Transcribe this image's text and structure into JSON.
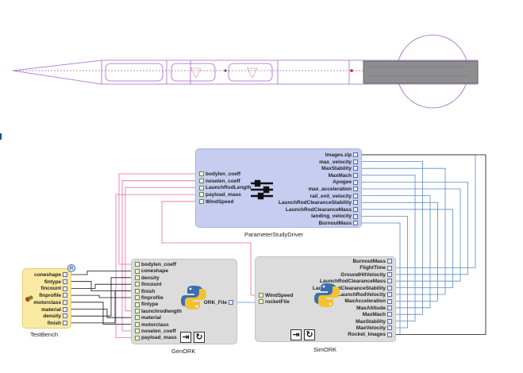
{
  "colors": {
    "rocket_outline": "#a064c8",
    "rocket_fill": "#8e8e8e",
    "wire_pink": "#e86aa0",
    "wire_blue": "#5b89c7",
    "wire_black": "#111111",
    "psd_bg": "#c6cdf0",
    "component_bg": "#dcdcdc",
    "testbench_bg": "#fbeaa2"
  },
  "parameter_study_driver": {
    "name": "ParameterStudyDriver",
    "inputs": [
      "bodylen_coeff",
      "noselen_coeff",
      "LaunchRodLength",
      "payload_mass",
      "WindSpeed"
    ],
    "outputs": [
      "Images.zip",
      "max_velocity",
      "MaxStability",
      "MaxMach",
      "Apogee",
      "max_acceleration",
      "rail_exit_velocity",
      "LaunchRodClearanceStability",
      "LaunchRodClearanceMass",
      "landing_velocity",
      "BurnoutMass"
    ],
    "icon": "sliders-icon"
  },
  "gen_ork": {
    "name": "GenORK",
    "inputs": [
      "bodylen_coeff",
      "coneshape",
      "density",
      "fincount",
      "finish",
      "finprofile",
      "fintype",
      "launchrodlength",
      "material",
      "motorclass",
      "noselen_coeff",
      "payload_mass"
    ],
    "output": "ORK_File",
    "icon": "python-icon"
  },
  "sim_ork": {
    "name": "SimORK",
    "inputs": [
      "WindSpeed",
      "rocketFile"
    ],
    "outputs": [
      "BurnoutMass",
      "FlightTime",
      "GroundHitVelocity",
      "LaunchRodClearanceMass",
      "LaunchRodClearanceStability",
      "LaunchRodVelocity",
      "MaxAcceleration",
      "MaxAltitude",
      "MaxMach",
      "MaxStability",
      "MaxVelocity",
      "Rocket_Images"
    ],
    "icon": "python-icon"
  },
  "test_bench": {
    "name": "TestBench",
    "outputs": [
      "coneshape",
      "fintype",
      "fincount",
      "finprofile",
      "motorclass",
      "material",
      "density",
      "finish"
    ],
    "badge": "R"
  }
}
